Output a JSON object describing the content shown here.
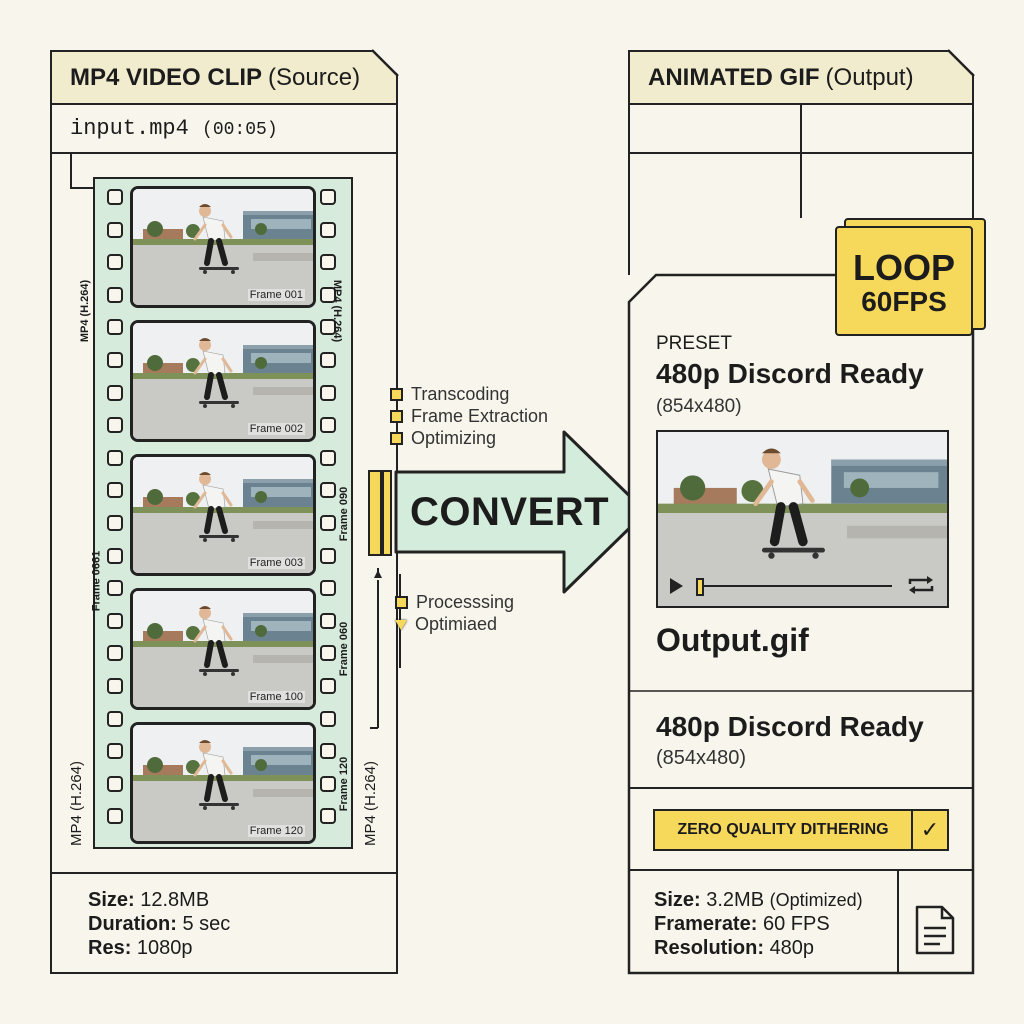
{
  "source": {
    "header_bold": "MP4 VIDEO CLIP",
    "header_rest": "(Source)",
    "filename": "input.mp4",
    "duration_tag": "(00:05)",
    "frames": [
      "Frame 001",
      "Frame 002",
      "Frame 003",
      "Frame 100",
      "Frame 120"
    ],
    "strip_side_labels": [
      "MP4 (H.264)",
      "MP4 (H.264)",
      "Frame 0661",
      "Frame 090",
      "Frame 060",
      "Frame 120"
    ],
    "outer_label": "MP4 (H.264)",
    "stats": [
      {
        "key": "Size:",
        "val": "12.8MB"
      },
      {
        "key": "Duration:",
        "val": "5 sec"
      },
      {
        "key": "Res:",
        "val": "1080p"
      }
    ]
  },
  "process": {
    "steps_top": [
      "Transcoding",
      "Frame Extraction",
      "Optimizing"
    ],
    "steps_bottom": [
      "Processsing",
      "Optimiaed"
    ],
    "convert_label": "CONVERT"
  },
  "output": {
    "header_bold": "ANIMATED GIF",
    "header_rest": "(Output)",
    "badge_line1": "LOOP",
    "badge_line2": "60FPS",
    "preset_label": "PRESET",
    "preset_name": "480p Discord Ready",
    "preset_res": "(854x480)",
    "filename": "Output.gif",
    "preset_name_2": "480p Discord Ready",
    "preset_res_2": "(854x480)",
    "dithering_label": "ZERO QUALITY DITHERING",
    "stats": [
      {
        "key": "Size:",
        "val": "3.2MB",
        "note": "(Optimized)"
      },
      {
        "key": "Framerate:",
        "val": "60 FPS"
      },
      {
        "key": "Resolution:",
        "val": "480p"
      }
    ]
  },
  "colors": {
    "film": "#d7ebdc",
    "arrow": "#d4ecdc",
    "yellow": "#f6d85a",
    "header": "#f1ecce"
  }
}
